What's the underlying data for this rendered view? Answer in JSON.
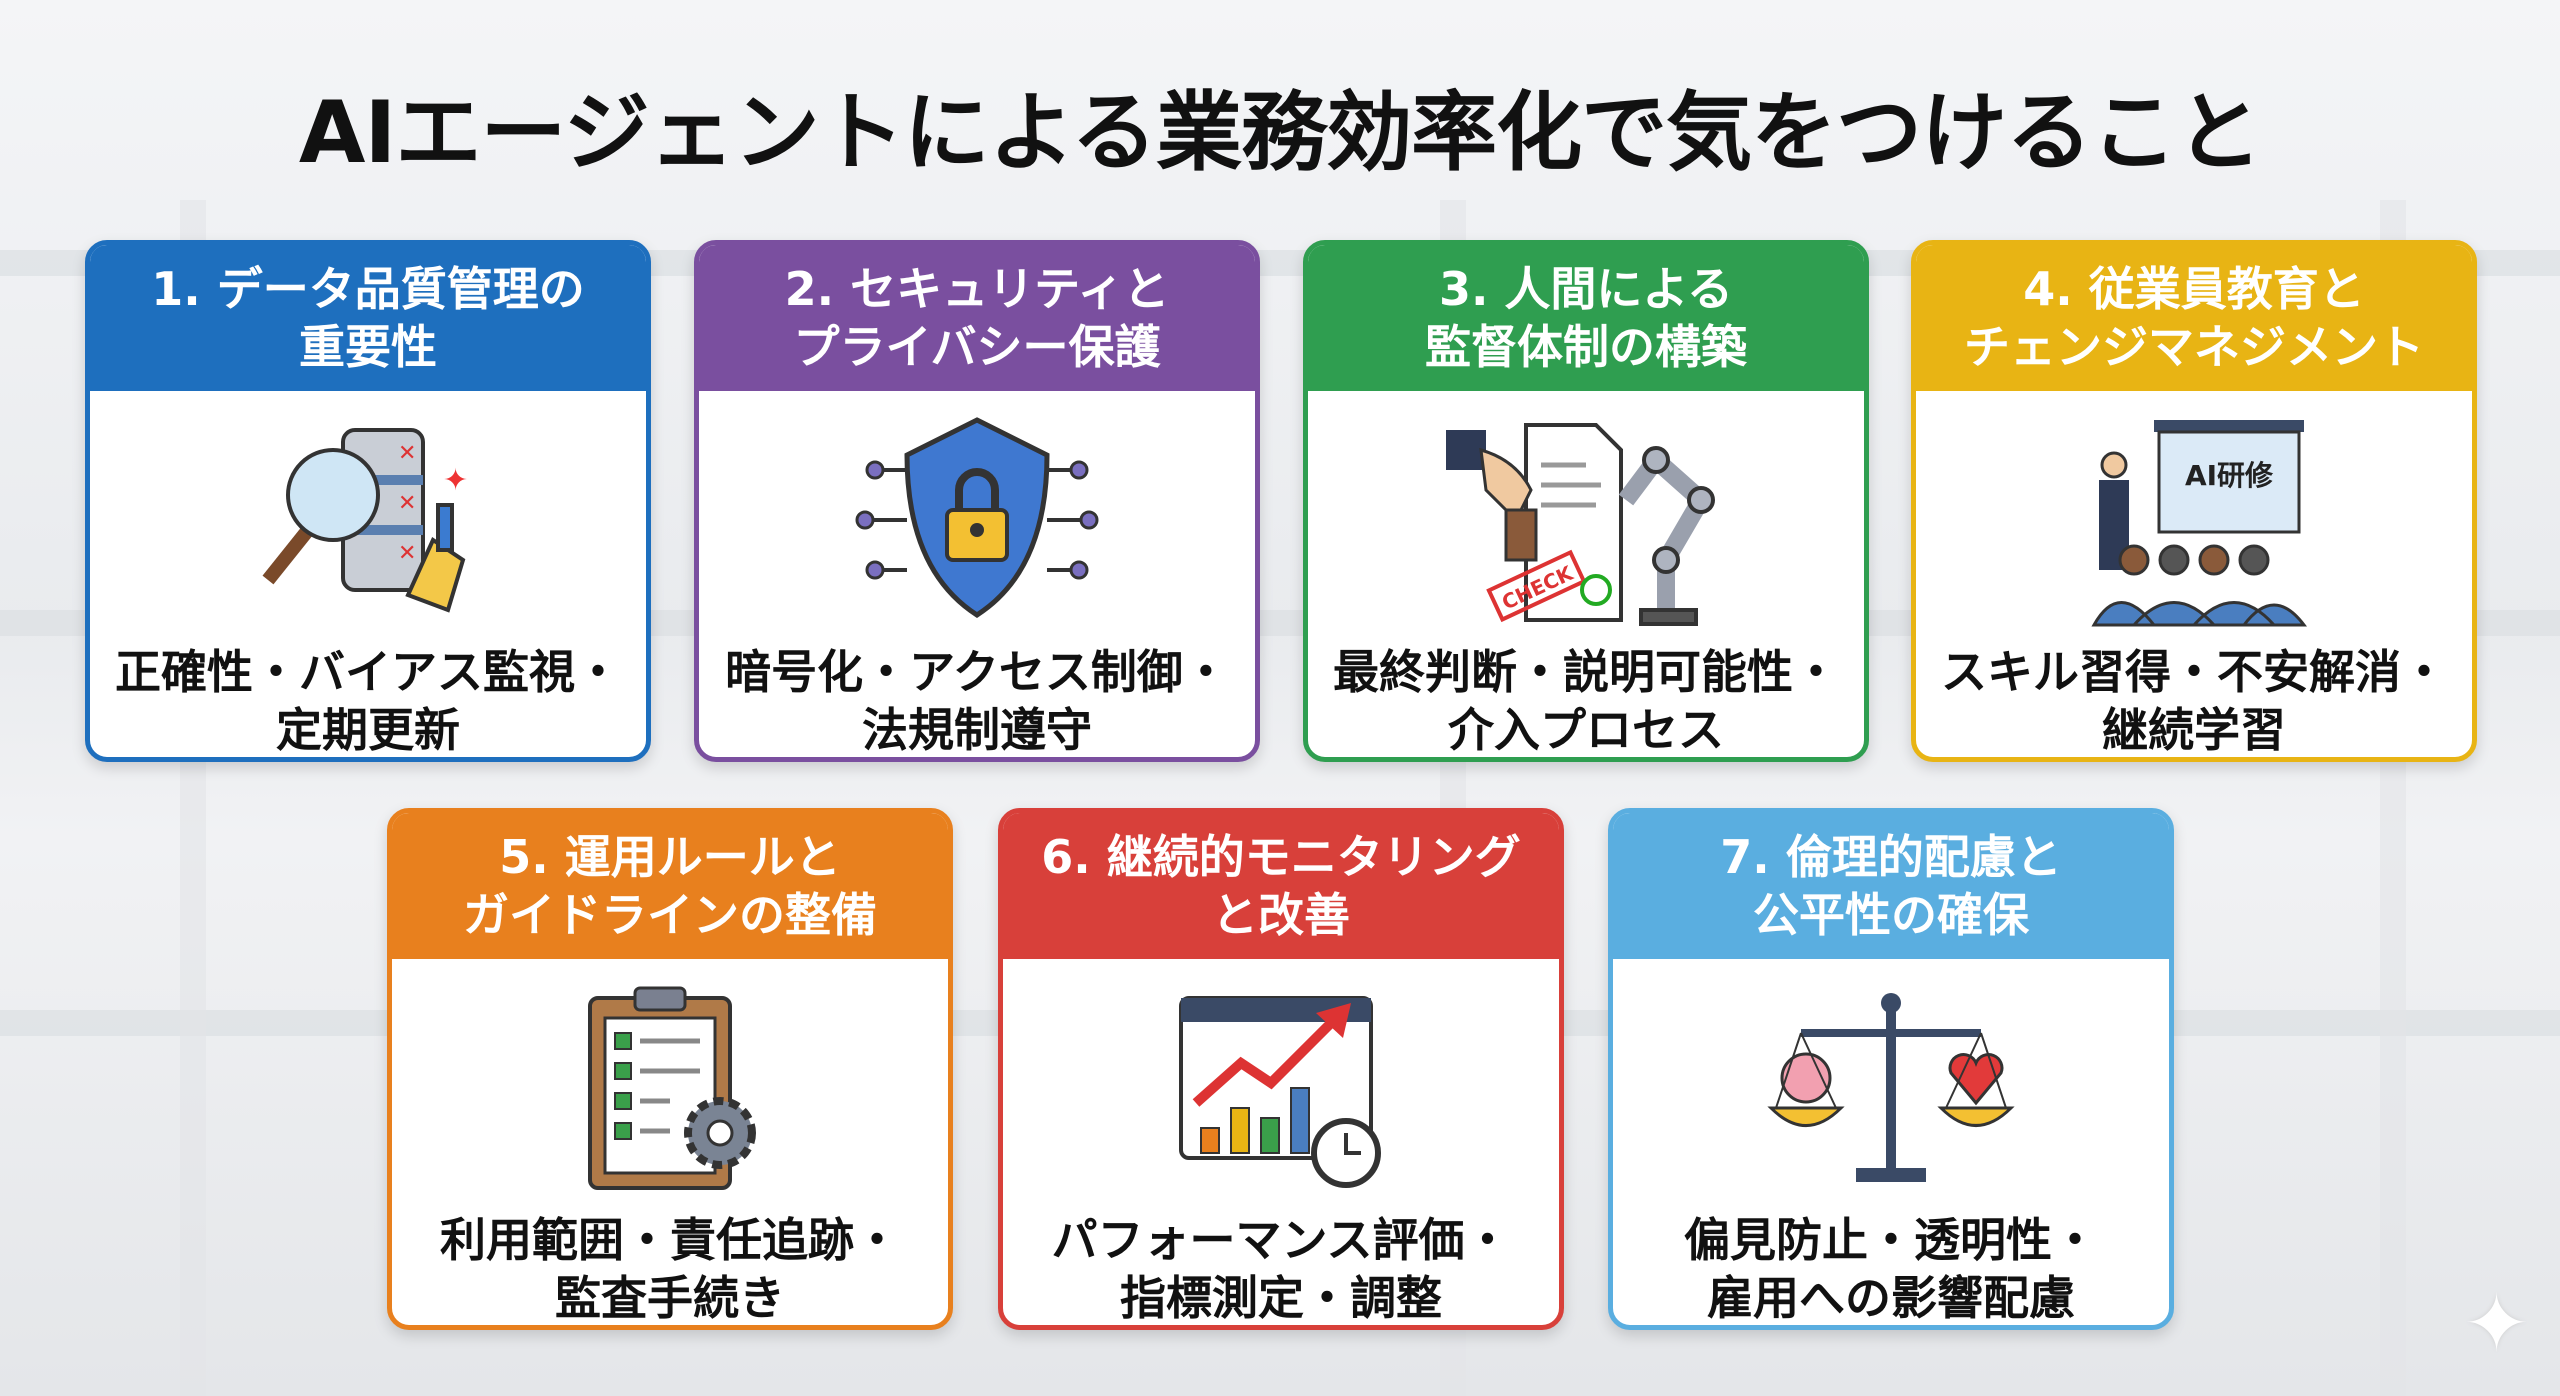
{
  "title": "AIエージェントによる業務効率化で気をつけること",
  "cards": [
    {
      "title_line1": "1. データ品質管理の",
      "title_line2": "重要性",
      "desc_line1": "正確性・バイアス監視・",
      "desc_line2": "定期更新",
      "color": "#1e6fbe",
      "icon": "database-magnifier-icon"
    },
    {
      "title_line1": "2. セキュリティと",
      "title_line2": "プライバシー保護",
      "desc_line1": "暗号化・アクセス制御・",
      "desc_line2": "法規制遵守",
      "color": "#7a4f9f",
      "icon": "shield-lock-icon"
    },
    {
      "title_line1": "3. 人間による",
      "title_line2": "監督体制の構築",
      "desc_line1": "最終判断・説明可能性・",
      "desc_line2": "介入プロセス",
      "color": "#2f9e50",
      "icon": "check-stamp-robot-icon",
      "stamp": "CHECK"
    },
    {
      "title_line1": "4. 従業員教育と",
      "title_line2": "チェンジマネジメント",
      "desc_line1": "スキル習得・不安解消・",
      "desc_line2": "継続学習",
      "color": "#e8b414",
      "icon": "training-presentation-icon",
      "screen": "AI研修"
    },
    {
      "title_line1": "5. 運用ルールと",
      "title_line2": "ガイドラインの整備",
      "desc_line1": "利用範囲・責任追跡・",
      "desc_line2": "監査手続き",
      "color": "#e8801e",
      "icon": "clipboard-gear-icon"
    },
    {
      "title_line1": "6. 継続的モニタリング",
      "title_line2": "と改善",
      "desc_line1": "パフォーマンス評価・",
      "desc_line2": "指標測定・調整",
      "color": "#d8403a",
      "icon": "chart-clock-icon"
    },
    {
      "title_line1": "7. 倫理的配慮と",
      "title_line2": "公平性の確保",
      "desc_line1": "偏見防止・透明性・",
      "desc_line2": "雇用への影響配慮",
      "color": "#5aaee0",
      "icon": "scale-brain-heart-icon"
    }
  ]
}
